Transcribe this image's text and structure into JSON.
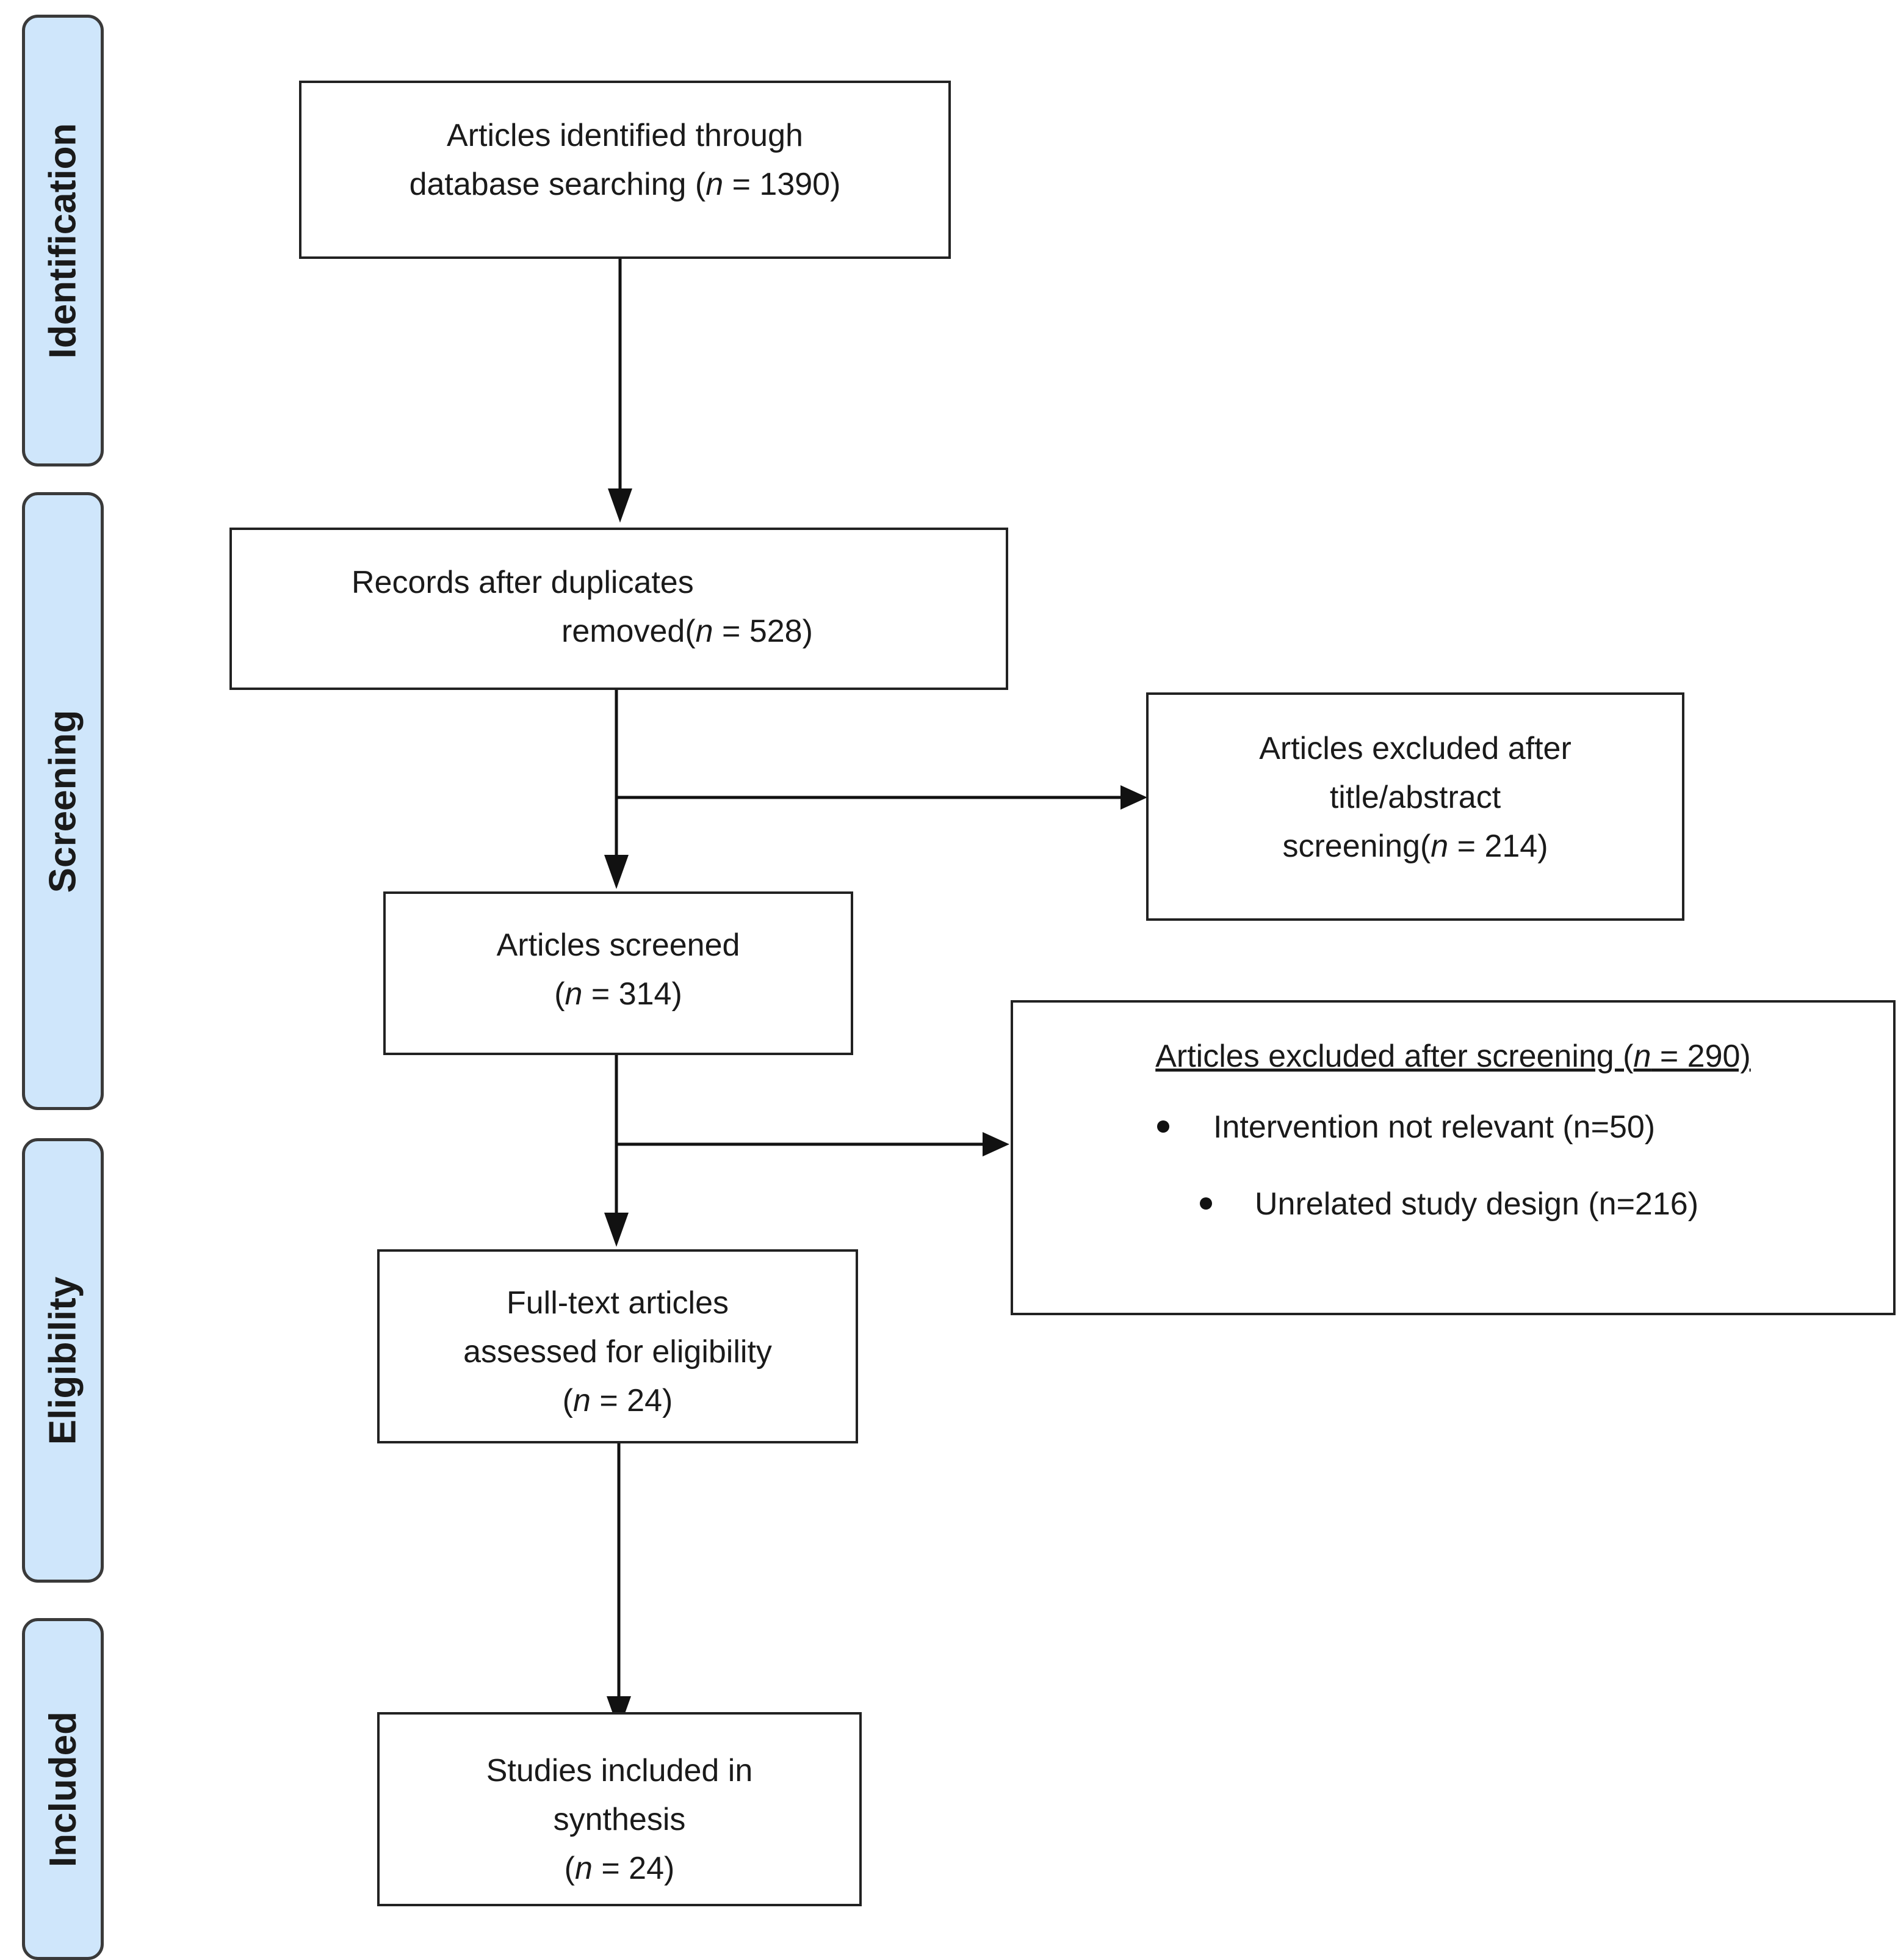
{
  "phases": [
    {
      "id": "identification",
      "label": "Identification"
    },
    {
      "id": "screening",
      "label": "Screening"
    },
    {
      "id": "eligibility",
      "label": "Eligibility"
    },
    {
      "id": "included",
      "label": "Included"
    }
  ],
  "boxes": {
    "identified": {
      "line1": "Articles identified through",
      "line2": "database searching (",
      "n_var": "n",
      "n_rest": " = 1390)"
    },
    "after_duplicates": {
      "line1": "Records after duplicates",
      "line2": "removed(",
      "n_var": "n",
      "n_rest": " = 528)"
    },
    "excluded_title": {
      "line1": "Articles excluded after",
      "line2": "title/abstract",
      "line3": "screening(",
      "n_var": "n",
      "n_rest": " = 214)"
    },
    "screened": {
      "line1": "Articles screened",
      "line2_open": "(",
      "n_var": "n",
      "n_rest": " = 314)"
    },
    "excluded_screening": {
      "title_text": "Articles excluded after screening (",
      "n_var": "n",
      "n_rest": " = 290)",
      "reasons": [
        "Intervention not relevant (n=50)",
        "Unrelated study design (n=216)"
      ]
    },
    "fulltext": {
      "line1": "Full-text articles",
      "line2": "assessed for eligibility",
      "line3_open": "(",
      "n_var": "n",
      "n_rest": " = 24)"
    },
    "included": {
      "line1": "Studies included in",
      "line2": "synthesis",
      "line3_open": "(",
      "n_var": "n",
      "n_rest": " = 24)"
    }
  },
  "counts": {
    "identified": 1390,
    "after_duplicates": 528,
    "excluded_title": 214,
    "screened": 314,
    "excluded_screening": 290,
    "intervention_not_relevant": 50,
    "unrelated_study_design": 216,
    "fulltext": 24,
    "included": 24
  }
}
